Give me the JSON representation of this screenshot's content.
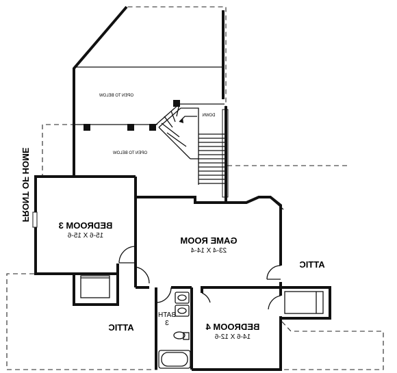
{
  "labels": {
    "front_of_home": "FRONT OF HOME",
    "open_below_upper": "OPEN TO BELOW",
    "open_below_lower": "OPEN TO BELOW",
    "down": "DOWN",
    "bedroom3_name": "BEDROOM 3",
    "bedroom3_size": "15-6 X 15-6",
    "game_room_name": "GAME ROOM",
    "game_room_size": "23-4 X 14-4",
    "attic_right": "ATTIC",
    "attic_left": "ATTIC",
    "bath_name": "BATH",
    "bath_number": "3",
    "bedroom4_name": "BEDROOM 4",
    "bedroom4_size": "14-6 X 12-6"
  }
}
